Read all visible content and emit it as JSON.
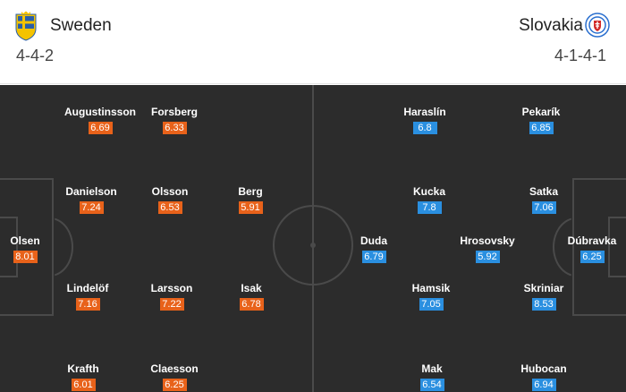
{
  "home": {
    "name": "Sweden",
    "formation": "4-4-2",
    "rating_color": "#e8621a",
    "players": [
      {
        "name": "Augustinsson",
        "rating": "6.69"
      },
      {
        "name": "Forsberg",
        "rating": "6.33"
      },
      {
        "name": "Danielson",
        "rating": "7.24"
      },
      {
        "name": "Olsson",
        "rating": "6.53"
      },
      {
        "name": "Berg",
        "rating": "5.91"
      },
      {
        "name": "Olsen",
        "rating": "8.01"
      },
      {
        "name": "Lindelöf",
        "rating": "7.16"
      },
      {
        "name": "Larsson",
        "rating": "7.22"
      },
      {
        "name": "Isak",
        "rating": "6.78"
      },
      {
        "name": "Krafth",
        "rating": "6.01"
      },
      {
        "name": "Claesson",
        "rating": "6.25"
      }
    ]
  },
  "away": {
    "name": "Slovakia",
    "formation": "4-1-4-1",
    "rating_color": "#2a8fe0",
    "players": [
      {
        "name": "Haraslín",
        "rating": "6.8"
      },
      {
        "name": "Pekarík",
        "rating": "6.85"
      },
      {
        "name": "Kucka",
        "rating": "7.8"
      },
      {
        "name": "Satka",
        "rating": "7.06"
      },
      {
        "name": "Duda",
        "rating": "6.79"
      },
      {
        "name": "Hrosovsky",
        "rating": "5.92"
      },
      {
        "name": "Dúbravka",
        "rating": "6.25"
      },
      {
        "name": "Hamsik",
        "rating": "7.05"
      },
      {
        "name": "Skriniar",
        "rating": "8.53"
      },
      {
        "name": "Mak",
        "rating": "6.54"
      },
      {
        "name": "Hubocan",
        "rating": "6.94"
      }
    ]
  },
  "pitch_color": "#2c2c2c",
  "home_flag_icon": "sweden-crest-icon",
  "away_flag_icon": "slovakia-crest-icon"
}
